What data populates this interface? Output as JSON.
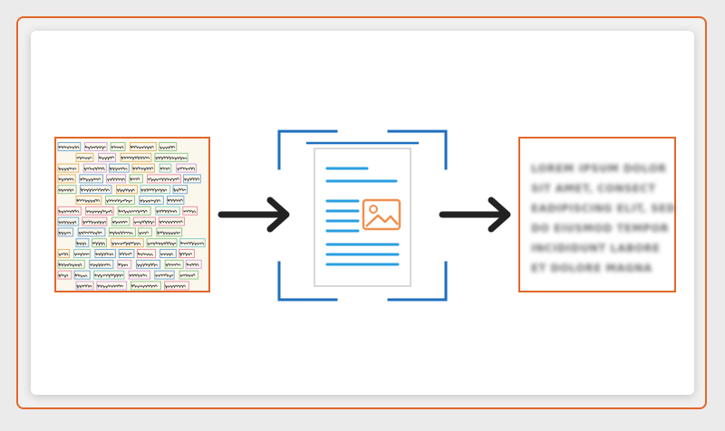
{
  "colors": {
    "accent_orange": "#e2682a",
    "frame_blue": "#1f6fbf",
    "line_blue": "#2a9fe0",
    "arrow": "#222222",
    "image_icon": "#f09050"
  },
  "icons": {
    "arrow_1": "arrow-right-icon",
    "arrow_2": "arrow-right-icon",
    "doc": "document-with-image-icon"
  },
  "output_text": {
    "lines": [
      "LOREM IPSUM DOLOR",
      "SIT AMET, CONSECT",
      "EADIPISCING ELIT, SED",
      "DO EIUSMOD TEMPOR",
      "INCIDIDUNT LABORE",
      "ET DOLORE MAGNA"
    ]
  }
}
